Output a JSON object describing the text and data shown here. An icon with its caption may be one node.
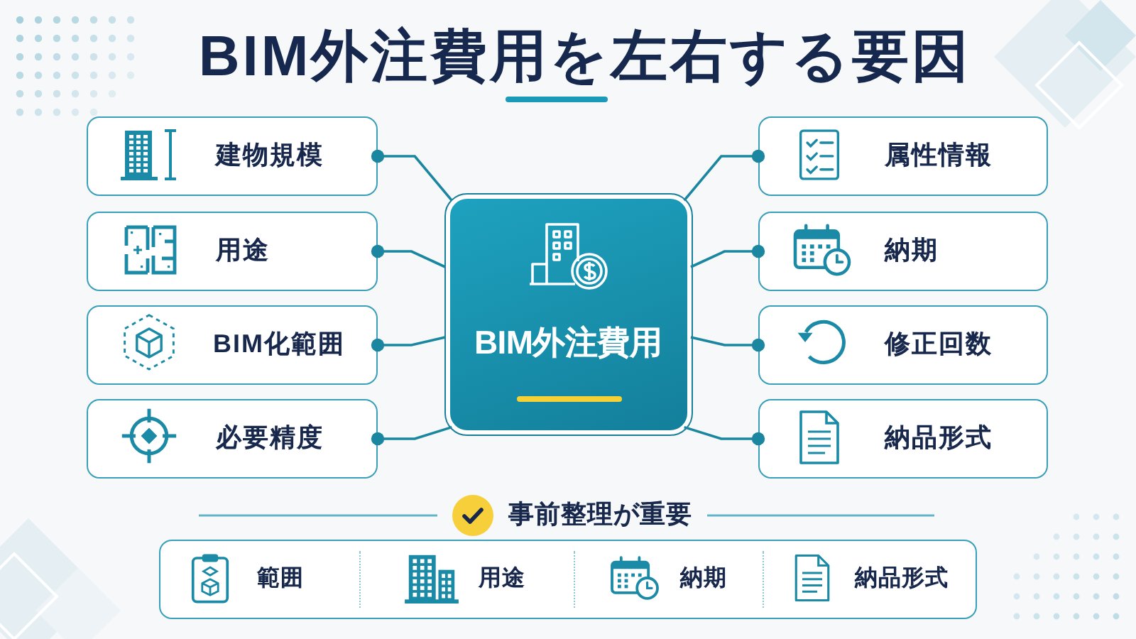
{
  "diagram": {
    "title": "BIM外注費用を左右する要因",
    "nodes": [
      {
        "text": [
          "BIM外注費用"
        ]
      },
      {
        "text": [
          "建物規模"
        ]
      },
      {
        "text": [
          "用途"
        ]
      },
      {
        "text": [
          "BIM化範囲"
        ]
      },
      {
        "text": [
          "必要精度"
        ]
      },
      {
        "text": [
          "属性情報"
        ]
      },
      {
        "text": [
          "納期"
        ]
      },
      {
        "text": [
          "修正回数"
        ]
      },
      {
        "text": [
          "納品形式"
        ]
      },
      {
        "text": [
          "事前整理が重要"
        ]
      },
      {
        "text": [
          "範囲"
        ],
        "in": 9
      },
      {
        "text": [
          "用途"
        ],
        "in": 9
      },
      {
        "text": [
          "納期"
        ],
        "in": 9
      },
      {
        "text": [
          "納品形式"
        ],
        "in": 9
      }
    ],
    "edges": [
      {
        "from": 1,
        "to": 0,
        "arrow": "other"
      },
      {
        "from": 2,
        "to": 0,
        "arrow": "other"
      },
      {
        "from": 3,
        "to": 0,
        "arrow": "other"
      },
      {
        "from": 4,
        "to": 0,
        "arrow": "other"
      },
      {
        "from": 5,
        "to": 0,
        "arrow": "other"
      },
      {
        "from": 6,
        "to": 0,
        "arrow": "other"
      },
      {
        "from": 7,
        "to": 0,
        "arrow": "other"
      },
      {
        "from": 8,
        "to": 0,
        "arrow": "other"
      }
    ]
  }
}
